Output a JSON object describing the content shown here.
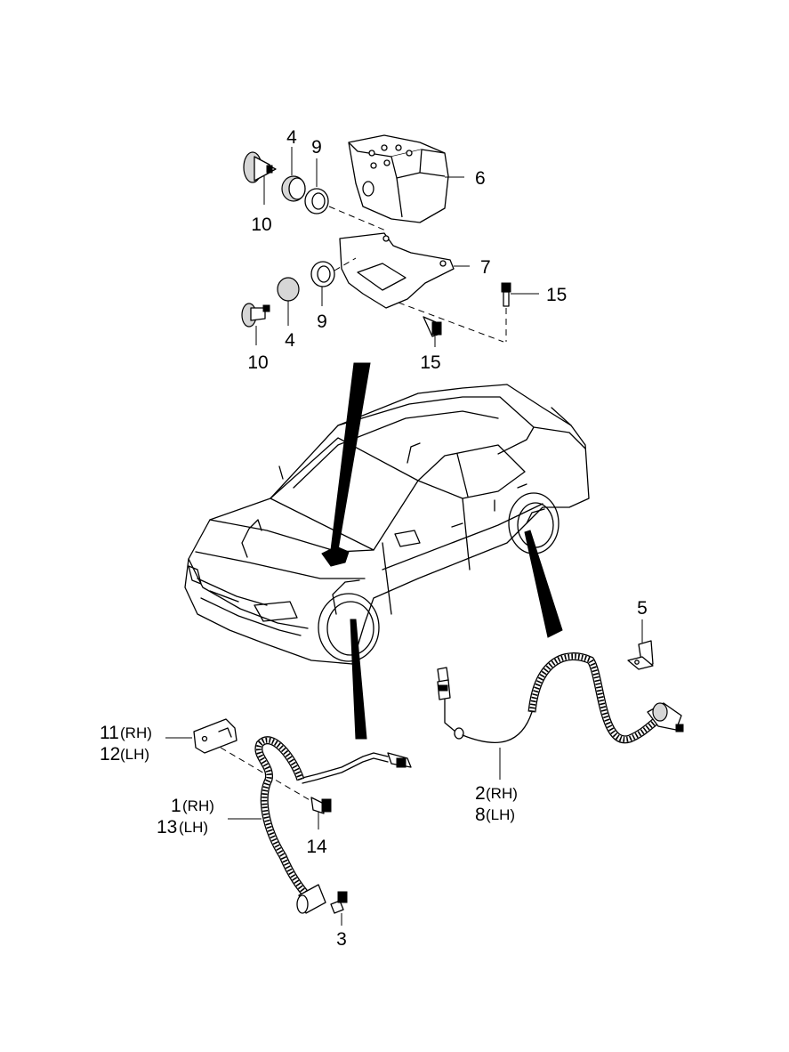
{
  "labels": {
    "item_1": "1",
    "item_1_side": "(RH)",
    "item_2": "2",
    "item_2_side": "(RH)",
    "item_3": "3",
    "item_4_upper": "4",
    "item_4_lower": "4",
    "item_5": "5",
    "item_6": "6",
    "item_7": "7",
    "item_8": "8",
    "item_8_side": "(LH)",
    "item_9_upper": "9",
    "item_9_lower": "9",
    "item_10_upper": "10",
    "item_10_lower": "10",
    "item_11": "11",
    "item_11_side": "(RH)",
    "item_12": "12",
    "item_12_side": "(LH)",
    "item_13": "13",
    "item_13_side": "(LH)",
    "item_14": "14",
    "item_15_right": "15",
    "item_15_lower": "15"
  },
  "parts": [
    "hydraulic-unit",
    "mounting-bracket",
    "grommet",
    "collar",
    "bolt",
    "front-wheel-speed-sensor",
    "rear-wheel-speed-sensor",
    "sensor-bracket",
    "sensor-cover",
    "screw"
  ],
  "icons": [
    "car-outline",
    "pointer-wedge"
  ]
}
